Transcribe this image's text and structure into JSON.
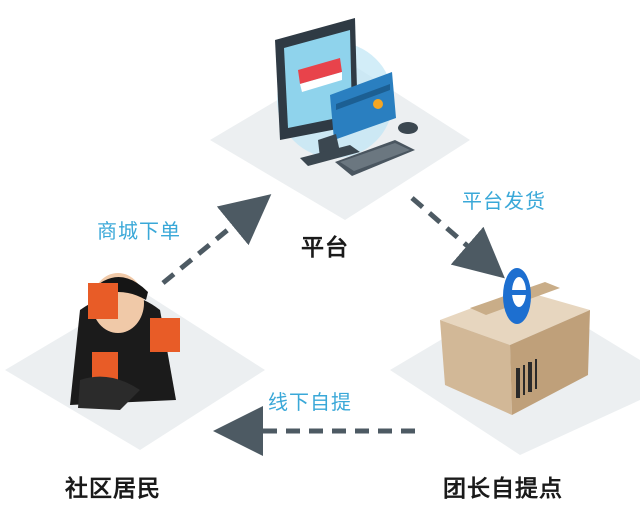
{
  "nodes": {
    "platform": {
      "label": "平台"
    },
    "team_leader": {
      "label": "团长自提点"
    },
    "residents": {
      "label": "社区居民"
    }
  },
  "edges": {
    "order": {
      "label": "商城下单"
    },
    "ship": {
      "label": "平台发货"
    },
    "pickup": {
      "label": "线下自提"
    }
  },
  "colors": {
    "tile": "#eceff1",
    "arrow": "#4d5a63",
    "edge_text": "#3aa8d8",
    "node_text": "#1a1a1a"
  }
}
